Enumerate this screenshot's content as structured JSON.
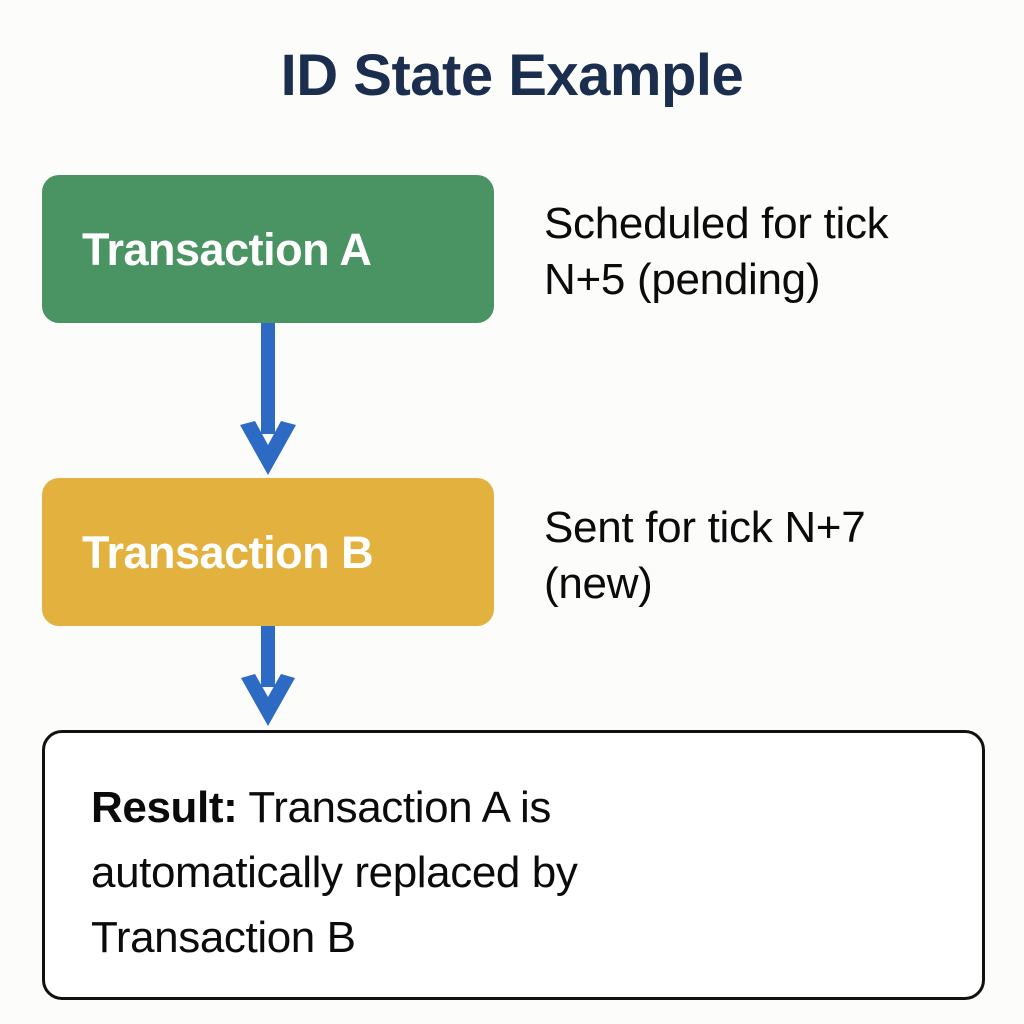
{
  "title": "ID State Example",
  "colors": {
    "background": "#fcfcfb",
    "title": "#1c2e4e",
    "node_a_fill": "#4a9463",
    "node_b_fill": "#e3b13e",
    "node_label": "#ffffff",
    "arrow": "#2d6ac4",
    "result_border": "#111111",
    "result_fill": "#ffffff",
    "body_text": "#0b0b0b"
  },
  "nodes": [
    {
      "id": "transaction-a",
      "label": "Transaction A",
      "note": "Scheduled for tick N+5 (pending)"
    },
    {
      "id": "transaction-b",
      "label": "Transaction B",
      "note": "Sent for tick N+7 (new)"
    }
  ],
  "arrows": [
    {
      "id": "arrow-a-to-b",
      "from": "transaction-a",
      "to": "transaction-b",
      "direction": "down"
    },
    {
      "id": "arrow-b-to-result",
      "from": "transaction-b",
      "to": "result",
      "direction": "down"
    }
  ],
  "result": {
    "prefix": "Result:",
    "body": " Transaction A is automatically replaced by Transaction B"
  }
}
